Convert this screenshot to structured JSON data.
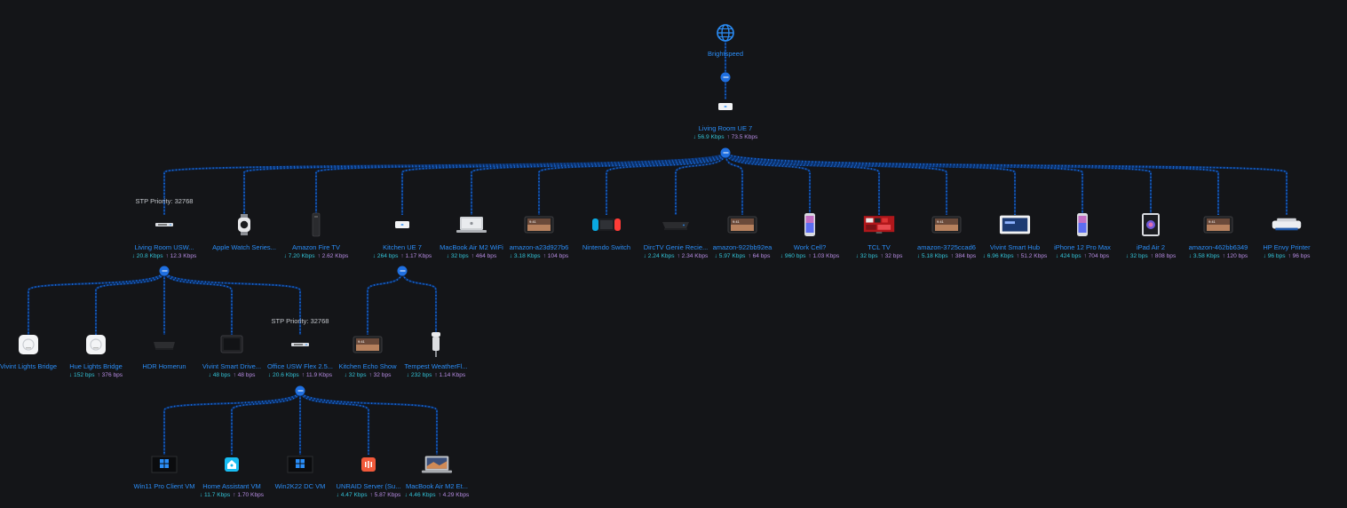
{
  "gateway": {
    "label": "Brightspeed",
    "icon": "globe-icon"
  },
  "root": {
    "label": "Living Room UE 7",
    "down": "56.9 Kbps",
    "up": "73.5 Kbps",
    "icon": "access-point-icon"
  },
  "level1": [
    {
      "label": "Living Room USW...",
      "down": "20.8 Kbps",
      "up": "12.3 Kbps",
      "icon": "switch-icon",
      "stp": "STP Priority: 32768"
    },
    {
      "label": "Apple Watch Series...",
      "down": "",
      "up": "",
      "icon": "watch-icon"
    },
    {
      "label": "Amazon Fire TV",
      "down": "7.20 Kbps",
      "up": "2.62 Kbps",
      "icon": "fire-tv-icon"
    },
    {
      "label": "Kitchen UE 7",
      "down": "264 bps",
      "up": "1.17 Kbps",
      "icon": "access-point-icon"
    },
    {
      "label": "MacBook Air M2 WiFi",
      "down": "32 bps",
      "up": "464 bps",
      "icon": "laptop-icon"
    },
    {
      "label": "amazon-a23d927b6",
      "down": "3.18 Kbps",
      "up": "104 bps",
      "icon": "echo-show-icon"
    },
    {
      "label": "Nintendo Switch",
      "down": "",
      "up": "",
      "icon": "nintendo-switch-icon"
    },
    {
      "label": "DircTV Genie Recie...",
      "down": "2.24 Kbps",
      "up": "2.34 Kbps",
      "icon": "receiver-icon"
    },
    {
      "label": "amazon-922bb92ea",
      "down": "5.97 Kbps",
      "up": "64 bps",
      "icon": "echo-show-icon"
    },
    {
      "label": "Work Cell?",
      "down": "960 bps",
      "up": "1.03 Kbps",
      "icon": "phone-icon"
    },
    {
      "label": "TCL TV",
      "down": "32 bps",
      "up": "32 bps",
      "icon": "tv-icon"
    },
    {
      "label": "amazon-3725ccad6",
      "down": "5.18 Kbps",
      "up": "384 bps",
      "icon": "echo-show-icon"
    },
    {
      "label": "Vivint Smart Hub",
      "down": "6.96 Kbps",
      "up": "51.2 Kbps",
      "icon": "smart-hub-icon"
    },
    {
      "label": "iPhone 12 Pro Max",
      "down": "424 bps",
      "up": "704 bps",
      "icon": "phone-icon"
    },
    {
      "label": "iPad Air 2",
      "down": "32 bps",
      "up": "808 bps",
      "icon": "tablet-icon"
    },
    {
      "label": "amazon-462bb6349",
      "down": "3.58 Kbps",
      "up": "120 bps",
      "icon": "echo-show-icon"
    },
    {
      "label": "HP Envy Printer",
      "down": "96 bps",
      "up": "96 bps",
      "icon": "printer-icon"
    }
  ],
  "switch_children": [
    {
      "label": "Vivint Lights Bridge",
      "down": "",
      "up": "",
      "icon": "bridge-icon"
    },
    {
      "label": "Hue Lights Bridge",
      "down": "152 bps",
      "up": "376 bps",
      "icon": "bridge-icon"
    },
    {
      "label": "HDR Homerun",
      "down": "",
      "up": "",
      "icon": "tuner-icon"
    },
    {
      "label": "Vivint Smart Drive...",
      "down": "48 bps",
      "up": "48 bps",
      "icon": "drive-icon"
    },
    {
      "label": "Office USW Flex 2.5...",
      "down": "20.6 Kbps",
      "up": "11.9 Kbps",
      "icon": "switch-icon",
      "stp": "STP Priority: 32768"
    }
  ],
  "kitchen_children": [
    {
      "label": "Kitchen Echo Show",
      "down": "32 bps",
      "up": "32 bps",
      "icon": "echo-show-icon"
    },
    {
      "label": "Tempest WeatherFl...",
      "down": "232 bps",
      "up": "1.14 Kbps",
      "icon": "weather-station-icon"
    }
  ],
  "office_children": [
    {
      "label": "Win11 Pro Client VM",
      "down": "",
      "up": "",
      "icon": "windows-icon"
    },
    {
      "label": "Home Assistant VM",
      "down": "11.7 Kbps",
      "up": "1.70 Kbps",
      "icon": "home-assistant-icon"
    },
    {
      "label": "Win2K22 DC VM",
      "down": "",
      "up": "",
      "icon": "windows-icon"
    },
    {
      "label": "UNRAID Server (Su...",
      "down": "4.47 Kbps",
      "up": "5.87 Kbps",
      "icon": "unraid-icon"
    },
    {
      "label": "MacBook Air M2 Et...",
      "down": "4.46 Kbps",
      "up": "4.29 Kbps",
      "icon": "macbook-icon"
    }
  ],
  "arrows": {
    "down": "↓",
    "up": "↑"
  },
  "colors": {
    "background": "#141518",
    "label": "#2a8df7",
    "download": "#33c2d6",
    "upload": "#b58be0",
    "link": "#1a6fe0",
    "collapse": "#1f6fe0"
  }
}
